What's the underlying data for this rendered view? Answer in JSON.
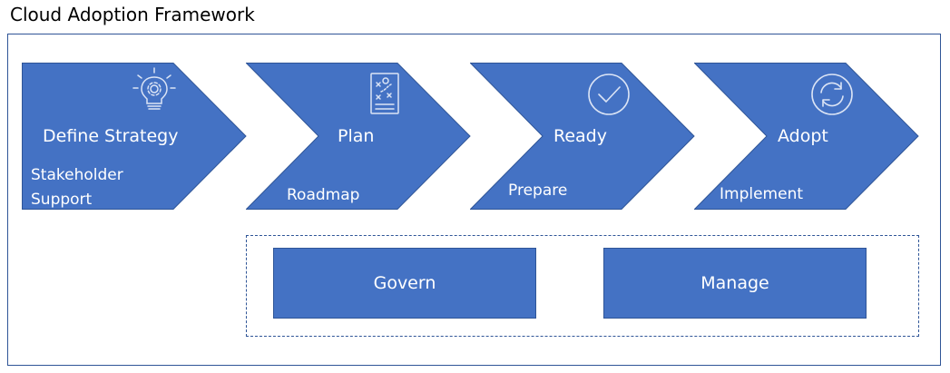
{
  "title": "Cloud Adoption Framework",
  "colors": {
    "fill": "#4472c4",
    "stroke": "#2f5597",
    "text": "#ffffff"
  },
  "stages": [
    {
      "label": "Define Strategy",
      "sub": "Stakeholder\nSupport",
      "icon": "lightbulb-gear-icon"
    },
    {
      "label": "Plan",
      "sub": "Roadmap",
      "icon": "strategy-document-icon"
    },
    {
      "label": "Ready",
      "sub": "Prepare",
      "icon": "checkmark-circle-icon"
    },
    {
      "label": "Adopt",
      "sub": "Implement",
      "icon": "refresh-cycle-icon"
    }
  ],
  "ongoing": [
    {
      "label": "Govern"
    },
    {
      "label": "Manage"
    }
  ]
}
